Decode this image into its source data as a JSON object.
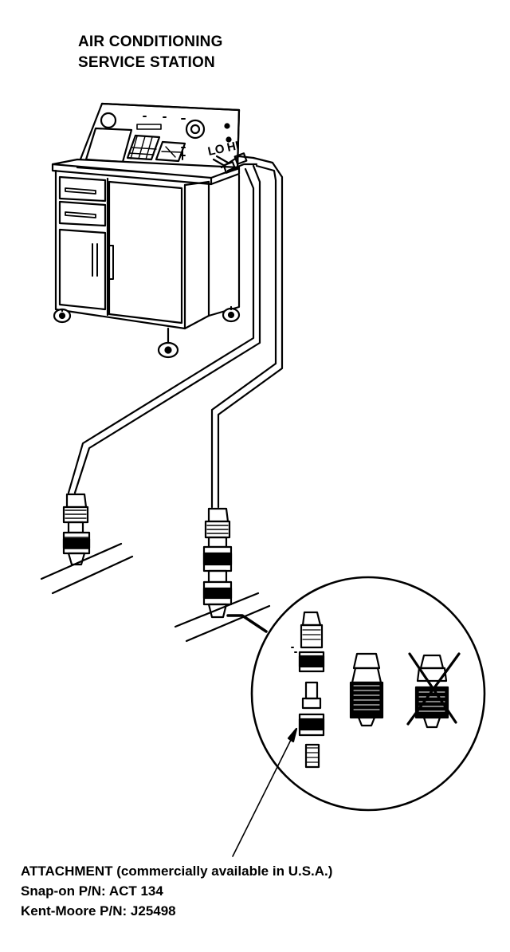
{
  "diagram": {
    "title_line1": "AIR CONDITIONING",
    "title_line2": "SERVICE STATION",
    "port_lo": "LO",
    "port_hi": "HI",
    "caption": {
      "name": "ATTACHMENT",
      "note": "(commercially available in U.S.A.)",
      "snapon_label": "Snap-on P/N:",
      "snapon_value": "ACT 134",
      "kentmoore_label": "Kent-Moore P/N:",
      "kentmoore_value": "J25498"
    }
  },
  "colors": {
    "ink": "#000000",
    "paper": "#ffffff"
  }
}
